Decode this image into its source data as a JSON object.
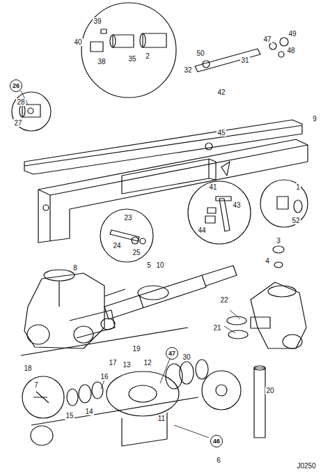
{
  "diagram": {
    "nodes": [
      {
        "text": [
          "26"
        ]
      },
      {
        "text": [
          "47"
        ]
      },
      {
        "text": [
          "46"
        ]
      }
    ],
    "labels": [
      "39",
      "40",
      "38",
      "35",
      "2",
      "28",
      "27",
      "50",
      "32",
      "31",
      "49",
      "47",
      "48",
      "42",
      "9",
      "45",
      "41",
      "43",
      "44",
      "1",
      "52",
      "3",
      "4",
      "23",
      "24",
      "25",
      "5",
      "10",
      "8",
      "22",
      "21",
      "20",
      "19",
      "12",
      "13",
      "30",
      "16",
      "17",
      "18",
      "14",
      "15",
      "7",
      "11",
      "6",
      "J0250"
    ]
  }
}
